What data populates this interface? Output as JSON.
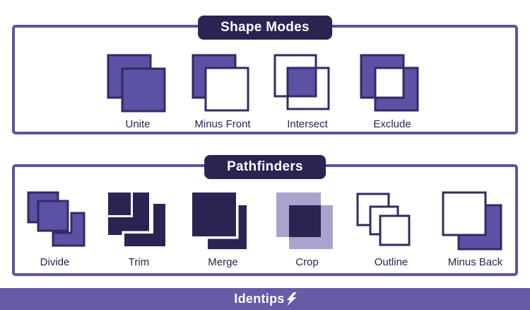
{
  "colors": {
    "purple": "#5b51a5",
    "dark_navy": "#2b2352",
    "light_lavender": "#a9a3ce",
    "shape_stroke": "#342a63",
    "panel_border": "#5e53a0",
    "footer_background": "#665ba5",
    "banner_background": "#2b2352",
    "label_text": "#2b2352"
  },
  "sections": [
    {
      "title": "Shape Modes",
      "items": [
        {
          "label": "Unite",
          "icon": "unite-icon"
        },
        {
          "label": "Minus Front",
          "icon": "minus-front-icon"
        },
        {
          "label": "Intersect",
          "icon": "intersect-icon"
        },
        {
          "label": "Exclude",
          "icon": "exclude-icon"
        }
      ]
    },
    {
      "title": "Pathfinders",
      "items": [
        {
          "label": "Divide",
          "icon": "divide-icon"
        },
        {
          "label": "Trim",
          "icon": "trim-icon"
        },
        {
          "label": "Merge",
          "icon": "merge-icon"
        },
        {
          "label": "Crop",
          "icon": "crop-icon"
        },
        {
          "label": "Outline",
          "icon": "outline-icon"
        },
        {
          "label": "Minus Back",
          "icon": "minus-back-icon"
        }
      ]
    }
  ],
  "footer": {
    "brand": "Identips",
    "bolt_icon": "lightning-bolt-icon"
  }
}
